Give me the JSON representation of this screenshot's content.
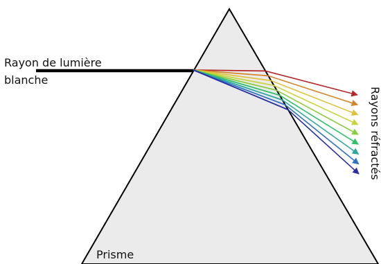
{
  "labels": {
    "incident_ray_line1": "Rayon de lumière",
    "incident_ray_line2": "blanche",
    "prism": "Prisme",
    "refracted_rays": "Rayons réfractés"
  },
  "colors": {
    "prism_fill": "#ebebeb",
    "prism_outline": "#000000",
    "white_ray": "#000000",
    "spectrum": [
      "#b5282a",
      "#d4862b",
      "#e0c13c",
      "#c8d53a",
      "#8ccc3f",
      "#2ec06a",
      "#2aa7a0",
      "#2f72c0",
      "#2b2fa2"
    ]
  }
}
